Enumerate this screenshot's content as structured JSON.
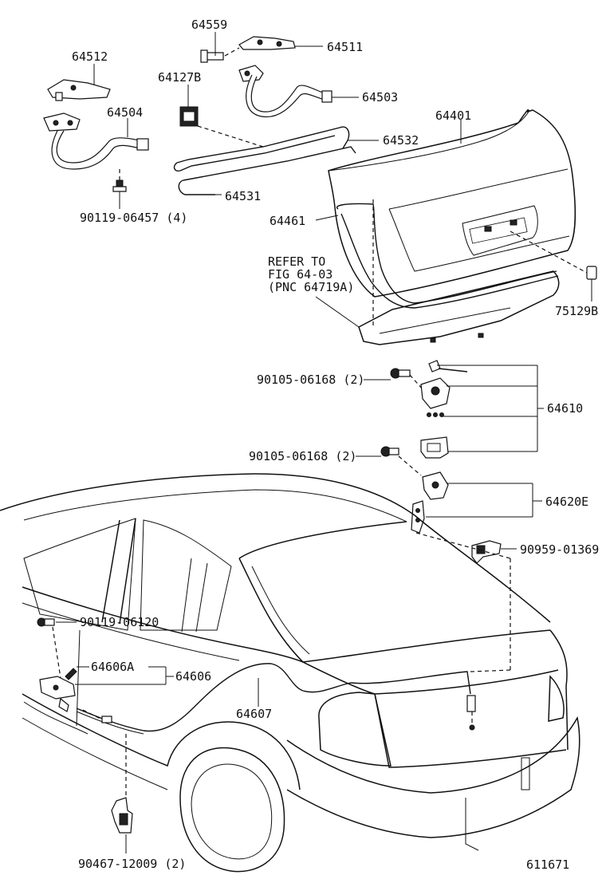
{
  "diagram_id": "611671",
  "labels": {
    "p64559": "64559",
    "p64511": "64511",
    "p64512": "64512",
    "p64127b": "64127B",
    "p64503": "64503",
    "p64504": "64504",
    "p64401": "64401",
    "p64532": "64532",
    "p64531": "64531",
    "p90119_06457": "90119-06457 (4)",
    "p64461": "64461",
    "refer_line1": "REFER TO",
    "refer_line2": "FIG 64-03",
    "refer_line3": "(PNC 64719A)",
    "p75129b": "75129B",
    "p90105_06168_a": "90105-06168 (2)",
    "p64610": "64610",
    "p90105_06168_b": "90105-06168 (2)",
    "p64620e": "64620E",
    "p90959_01369": "90959-01369",
    "p90119_06120": "90119-06120",
    "p64606a": "64606A",
    "p64606": "64606",
    "p64607": "64607",
    "p90467_12009": "90467-12009 (2)"
  }
}
